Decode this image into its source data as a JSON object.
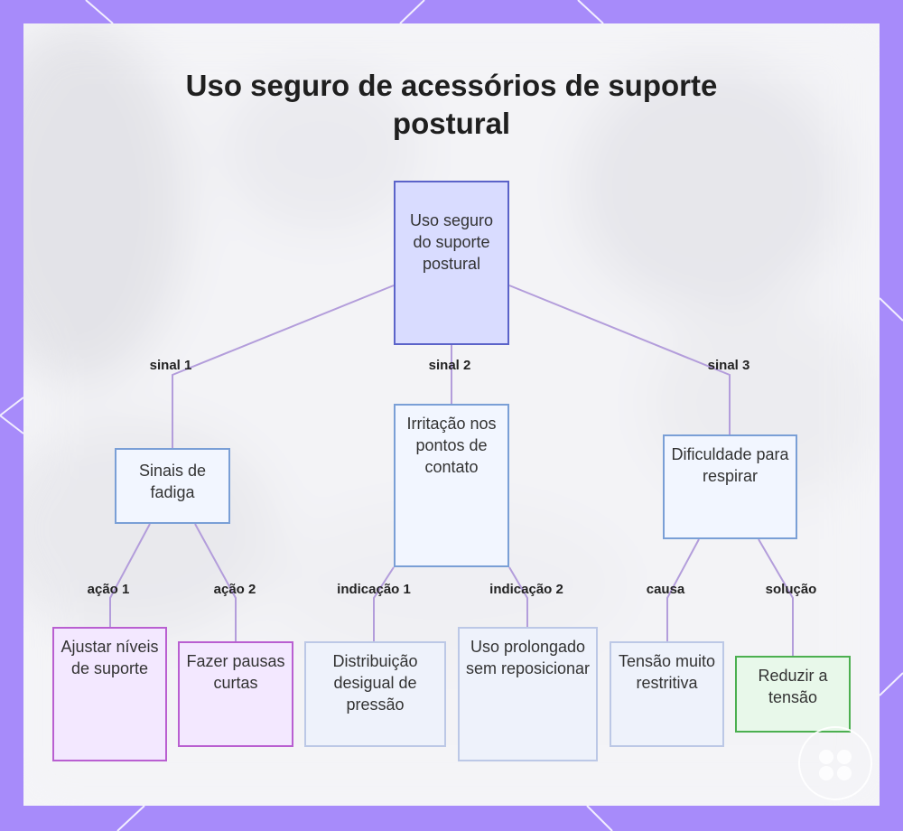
{
  "title": "Uso seguro de acessórios de suporte postural",
  "root": {
    "label": "Uso seguro do suporte postural"
  },
  "branches": [
    {
      "edge_label": "sinal 1",
      "node": "Sinais de fadiga",
      "children": [
        {
          "edge_label": "ação 1",
          "node": "Ajustar níveis de suporte"
        },
        {
          "edge_label": "ação 2",
          "node": "Fazer pausas curtas"
        }
      ]
    },
    {
      "edge_label": "sinal 2",
      "node": "Irritação nos pontos de contato",
      "children": [
        {
          "edge_label": "indicação 1",
          "node": "Distribuição desigual de pressão"
        },
        {
          "edge_label": "indicação 2",
          "node": "Uso prolongado sem reposicionar"
        }
      ]
    },
    {
      "edge_label": "sinal 3",
      "node": "Dificuldade para respirar",
      "children": [
        {
          "edge_label": "causa",
          "node": "Tensão muito restritiva"
        },
        {
          "edge_label": "solução",
          "node": "Reduzir a tensão"
        }
      ]
    }
  ],
  "colors": {
    "frame": "#a78bfa",
    "edge": "#b39ddb",
    "root_fill": "#d9dcff",
    "root_border": "#5b63c9",
    "purple_fill": "#f3e8ff",
    "purple_border": "#b95fd1",
    "green_fill": "#e8f8ea",
    "green_border": "#4caf50"
  }
}
